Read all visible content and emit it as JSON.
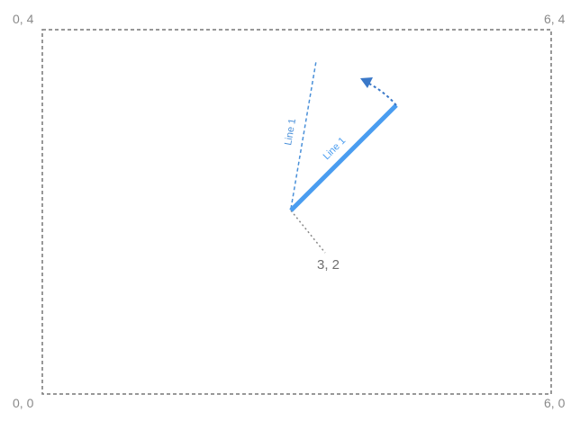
{
  "canvas": {
    "x_range": [
      0,
      6
    ],
    "y_range": [
      0,
      4
    ],
    "corner_labels": {
      "top_left": "0, 4",
      "top_right": "6, 4",
      "bottom_left": "0, 0",
      "bottom_right": "6, 0"
    }
  },
  "anchor_point": {
    "x": 3,
    "y": 2,
    "label": "3, 2"
  },
  "line": {
    "label": "Line 1",
    "ghost_label": "Line 1",
    "color": "#4a9df0",
    "ghost_color": "#4a90d9",
    "arrow_color": "#3a78c8"
  }
}
